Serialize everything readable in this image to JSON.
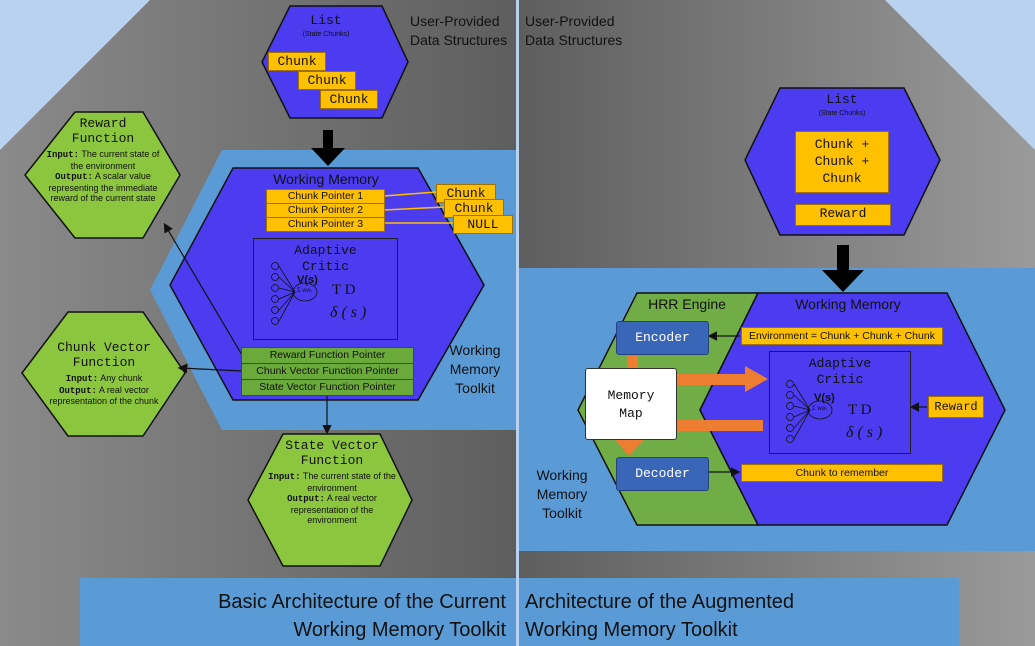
{
  "left": {
    "user_provided": "User-Provided\nData Structures",
    "list": {
      "title": "List",
      "subtitle": "(State Chunks)",
      "chunks": [
        "Chunk",
        "Chunk",
        "Chunk"
      ]
    },
    "working_memory": {
      "title": "Working Memory",
      "pointers": [
        "Chunk Pointer 1",
        "Chunk Pointer 2",
        "Chunk Pointer 3"
      ],
      "pointed": [
        "Chunk",
        "Chunk",
        "NULL"
      ],
      "function_pointers": [
        "Reward Function Pointer",
        "Chunk Vector Function Pointer",
        "State Vector Function Pointer"
      ]
    },
    "critic": {
      "title": "Adaptive\nCritic",
      "vs": "V(s)",
      "sum": "Σ wᵢxᵢ",
      "td": "T D",
      "delta": "δ ( s )"
    },
    "toolkit_label": "Working\nMemory\nToolkit",
    "reward_function": {
      "title": "Reward\nFunction",
      "input_label": "Input:",
      "input_text": "The current state of the environment",
      "output_label": "Output:",
      "output_text": "A scalar value representing the immediate reward of the current state"
    },
    "chunk_vector_function": {
      "title": "Chunk Vector\nFunction",
      "input_label": "Input:",
      "input_text": "Any chunk",
      "output_label": "Output:",
      "output_text": "A real vector representation of the chunk"
    },
    "state_vector_function": {
      "title": "State Vector\nFunction",
      "input_label": "Input:",
      "input_text": "The current state of the environment",
      "output_label": "Output:",
      "output_text": "A real vector representation of the environment"
    },
    "caption": "Basic Architecture of the Current\nWorking Memory Toolkit"
  },
  "right": {
    "user_provided": "User-Provided\nData Structures",
    "list": {
      "title": "List",
      "subtitle": "(State Chunks)",
      "chunk_sum": "Chunk +\nChunk +\nChunk",
      "reward": "Reward"
    },
    "hrr_engine": "HRR Engine",
    "working_memory": "Working Memory",
    "encoder": "Encoder",
    "decoder": "Decoder",
    "memory_map": "Memory\nMap",
    "environment": "Environment = Chunk + Chunk + Chunk",
    "chunk_to_remember": "Chunk to remember",
    "reward": "Reward",
    "critic": {
      "title": "Adaptive\nCritic",
      "vs": "V(s)",
      "sum": "Σ wᵢxᵢ",
      "td": "T D",
      "delta": "δ ( s )"
    },
    "toolkit_label": "Working\nMemory\nToolkit",
    "caption": "Architecture of the Augmented\nWorking Memory Toolkit"
  },
  "colors": {
    "gray": "#6b6b6b",
    "panel_blue": "#5b9bd5",
    "hex_blue": "#4b3cf0",
    "hex_green": "#8cc63f",
    "chunk": "#ffc000",
    "arrow_orange": "#ed7d31"
  }
}
